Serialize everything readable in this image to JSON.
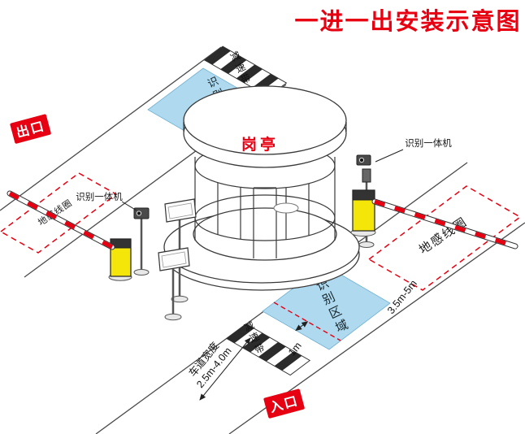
{
  "title": "一进一出安装示意图",
  "signs": {
    "exit": "出口",
    "entrance": "入口"
  },
  "booth": {
    "label": "岗亭"
  },
  "areas": {
    "top": "识别区域",
    "bottom": "识别区域"
  },
  "speed_bumps": {
    "top": "减速带",
    "bottom": "减速带"
  },
  "readers": {
    "left": "识别一体机",
    "right": "识别一体机"
  },
  "coils": {
    "left": "地感线圈",
    "right": "地感线圈"
  },
  "dimensions": {
    "coil_to_gate": "3.5m-5m",
    "coil_inset": "1m",
    "lane_width_label": "车道宽度",
    "lane_width_range": "2.5m-4.0m"
  },
  "colors": {
    "accent_red": "#e60012",
    "area_blue": "#aed9ee",
    "gate_yellow": "#f5e60a"
  }
}
